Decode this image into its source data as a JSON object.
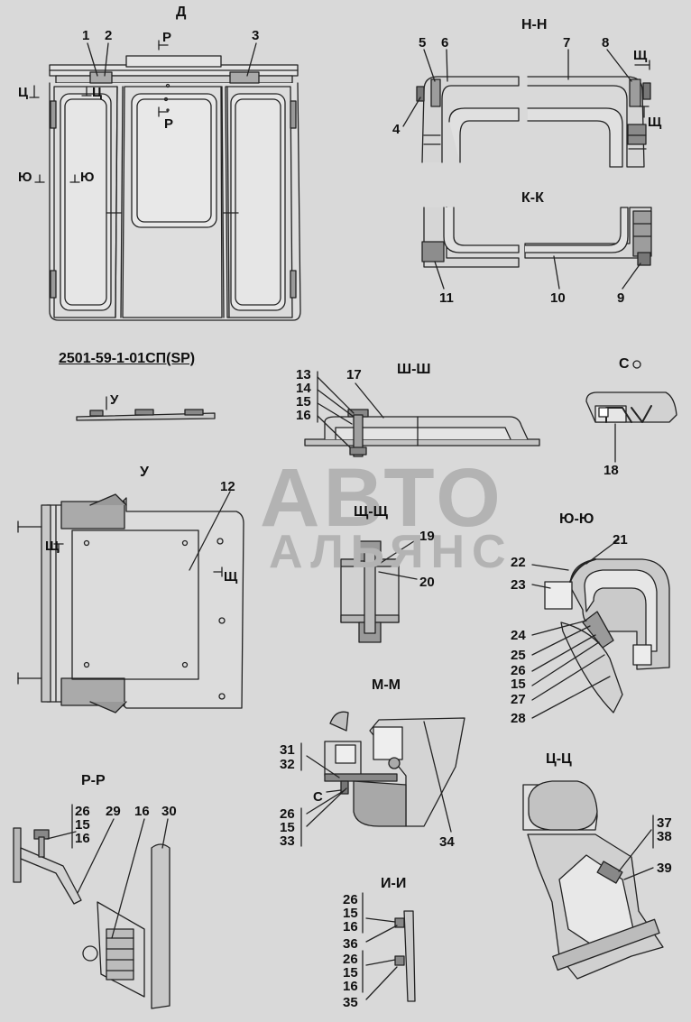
{
  "watermark": {
    "line1": "АВТО",
    "line2": "АЛЬЯНС"
  },
  "drawing_code": "2501-59-1-01СП(SP)",
  "sections": {
    "D": "Д",
    "NN": "Н-Н",
    "KK": "К-К",
    "SHSH": "Ш-Ш",
    "S": "С",
    "U": "У",
    "SCHSCH": "Щ-Щ",
    "YUYU": "Ю-Ю",
    "MM": "М-М",
    "RR": "Р-Р",
    "TSTS": "Ц-Ц",
    "II": "И-И"
  },
  "cut_marks": {
    "r_top": "Р",
    "r_mid": "Р",
    "ts_left": "Ц",
    "ts_mid": "Ц",
    "yu_left": "Ю",
    "yu_mid": "Ю",
    "sch_nn": "Щ",
    "sch_nn2": "Щ",
    "u_small": "У",
    "sch_u1": "Щ",
    "sch_u2": "Щ",
    "s_mm": "С"
  },
  "callouts": {
    "c1": "1",
    "c2": "2",
    "c3": "3",
    "c4": "4",
    "c5": "5",
    "c6": "6",
    "c7": "7",
    "c8": "8",
    "c9": "9",
    "c10": "10",
    "c11": "11",
    "c12": "12",
    "c13": "13",
    "c14": "14",
    "c15": "15",
    "c16": "16",
    "c17": "17",
    "c18": "18",
    "c19": "19",
    "c20": "20",
    "c21": "21",
    "c22": "22",
    "c23": "23",
    "c24": "24",
    "c25": "25",
    "c26": "26",
    "c15b": "15",
    "c27": "27",
    "c28": "28",
    "c31": "31",
    "c32": "32",
    "c26m": "26",
    "c15m": "15",
    "c33": "33",
    "c34": "34",
    "c26r": "26",
    "c15r": "15",
    "c16r": "16",
    "c29": "29",
    "c16r2": "16",
    "c30": "30",
    "c26i": "26",
    "c15i": "15",
    "c16i": "16",
    "c36": "36",
    "c26i2": "26",
    "c15i2": "15",
    "c16i2": "16",
    "c35": "35",
    "c37": "37",
    "c38": "38",
    "c39": "39"
  }
}
